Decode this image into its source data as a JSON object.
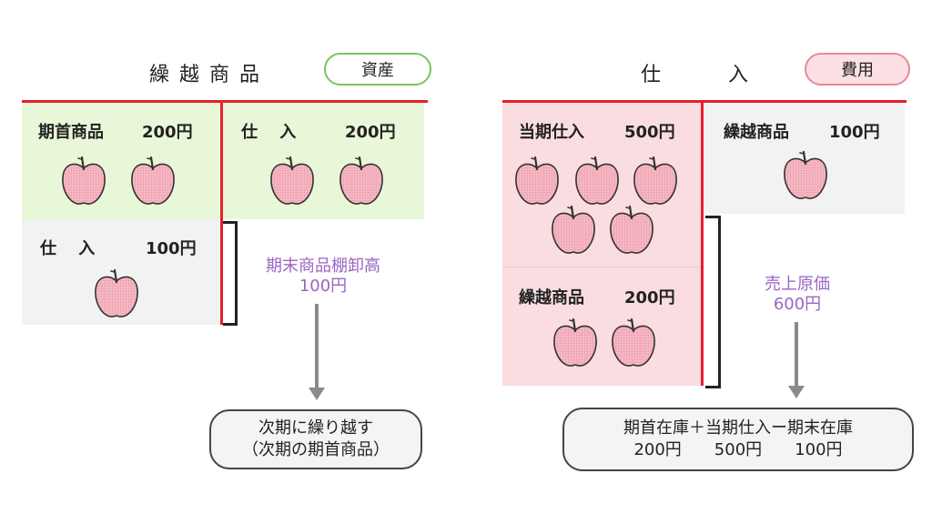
{
  "colors": {
    "green_bg": "#e9f7d9",
    "gray_bg": "#f2f2f2",
    "pink_bg": "#f9dde1",
    "red_line": "#e6202a",
    "purple_text": "#9a66c2",
    "green_border": "#7cc35a",
    "red_border": "#e58a94"
  },
  "left": {
    "title": "繰 越 商 品",
    "badge": "資産",
    "cells": {
      "opening": {
        "label": "期首商品",
        "amount": "200円"
      },
      "purchase_right": {
        "label": "仕　 入",
        "amount": "200円"
      },
      "purchase_left": {
        "label": "仕　 入",
        "amount": "100円"
      }
    },
    "note_line1": "期末商品棚卸高",
    "note_line2": "100円",
    "box_line1": "次期に繰り越す",
    "box_line2": "（次期の期首商品）"
  },
  "right": {
    "title": "仕　　　入",
    "badge": "費用",
    "cells": {
      "current": {
        "label": "当期仕入",
        "amount": "500円"
      },
      "carry_right": {
        "label": "繰越商品",
        "amount": "100円"
      },
      "carry_left": {
        "label": "繰越商品",
        "amount": "200円"
      }
    },
    "note_line1": "売上原価",
    "note_line2": "600円",
    "box_line1": "期首在庫＋当期仕入ー期末在庫",
    "box_line2": "200円　　500円　　100円"
  }
}
